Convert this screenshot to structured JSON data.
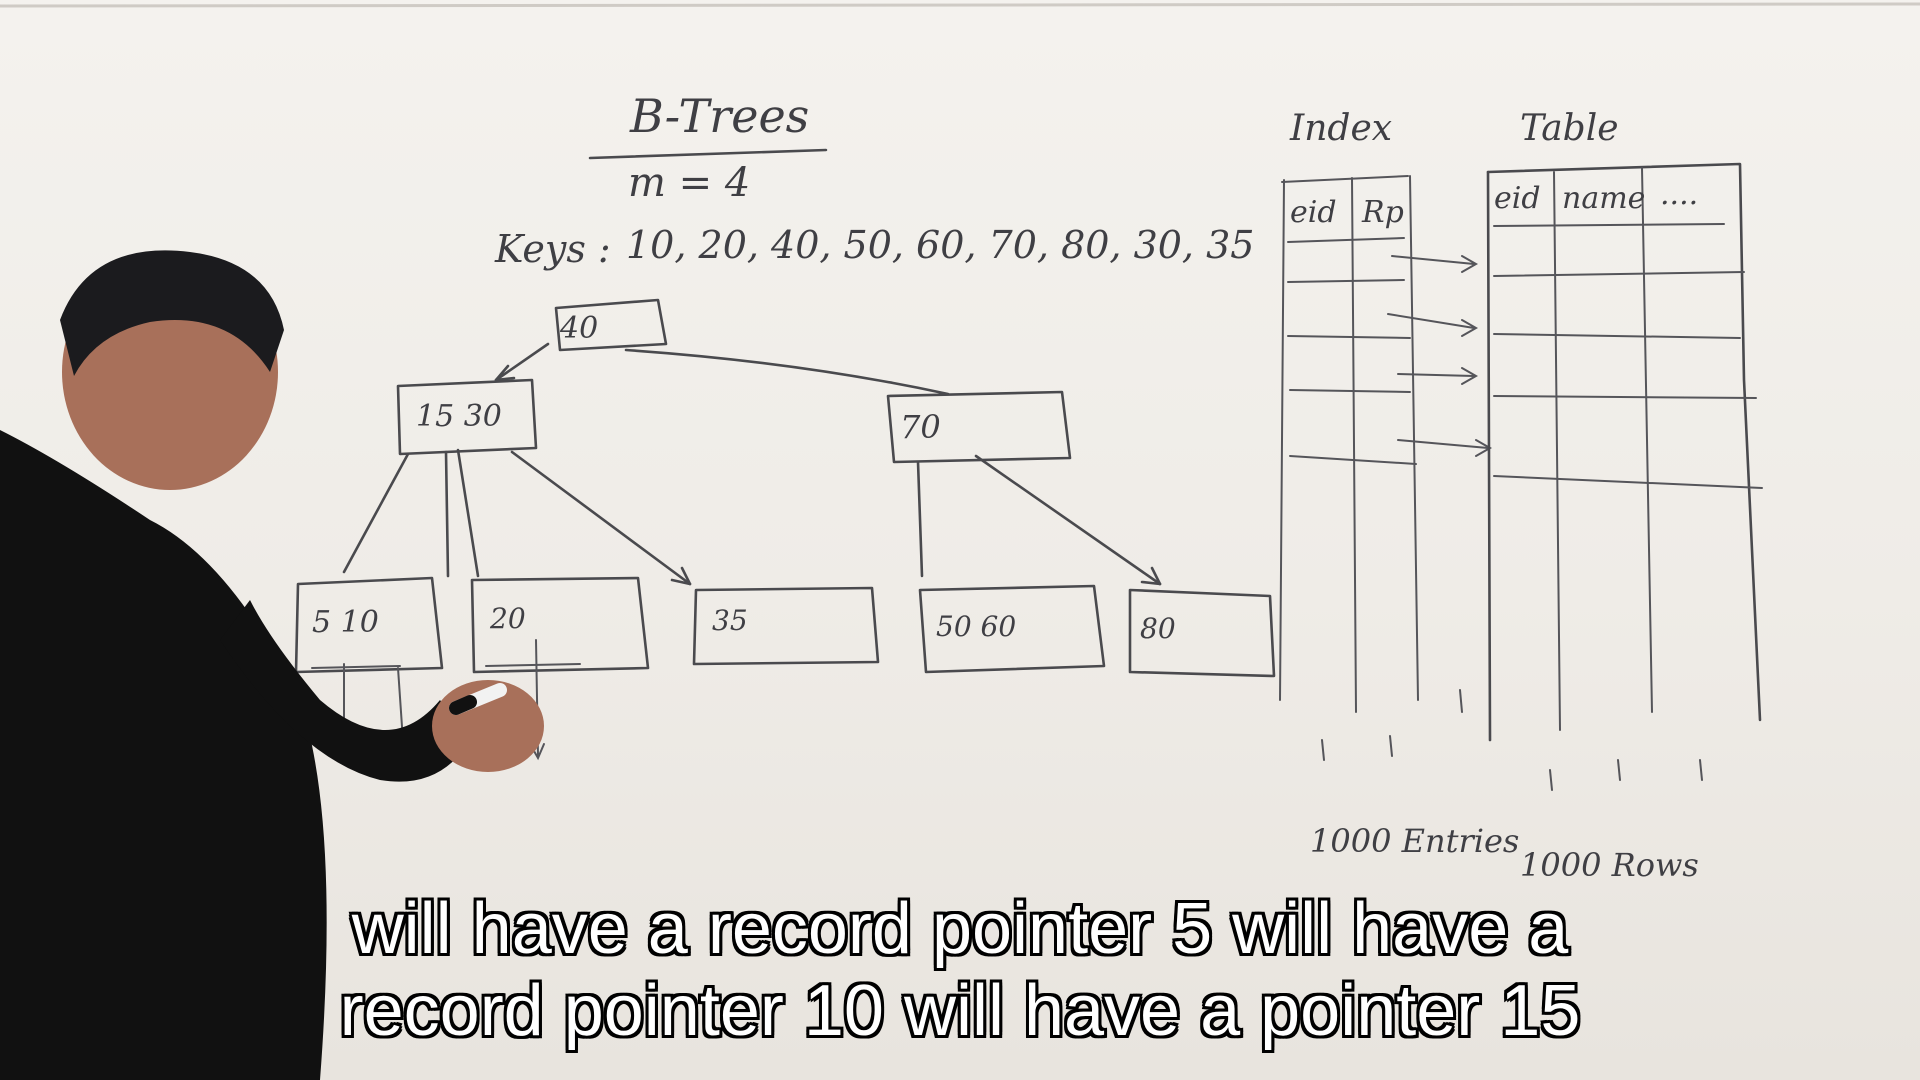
{
  "board": {
    "title": "B-Trees",
    "order": "m = 4",
    "keys_label": "Keys :",
    "keys_list": "10, 20, 40, 50, 60, 70, 80, 30, 35",
    "tree": {
      "root": "40",
      "internal_left": "15  30",
      "internal_right": "70",
      "leaves": [
        "5  10",
        "20",
        "35",
        "50  60",
        "80"
      ]
    },
    "index": {
      "heading": "Index",
      "columns": [
        "eid",
        "Rp"
      ],
      "footer": "1000 Entries"
    },
    "table": {
      "heading": "Table",
      "columns": [
        "eid",
        "name",
        "...."
      ],
      "footer": "1000 Rows"
    }
  },
  "subtitle": {
    "line1": "will have a record pointer 5 will have a",
    "line2": "record pointer 10 will have a pointer 15"
  },
  "colors": {
    "whiteboard": "#f4f2ee",
    "marker_ink": "#4a4a4e",
    "subtitle_text": "#ffffff",
    "subtitle_outline": "#000000",
    "presenter_shirt": "#111111",
    "presenter_skin": "#a8705a"
  }
}
